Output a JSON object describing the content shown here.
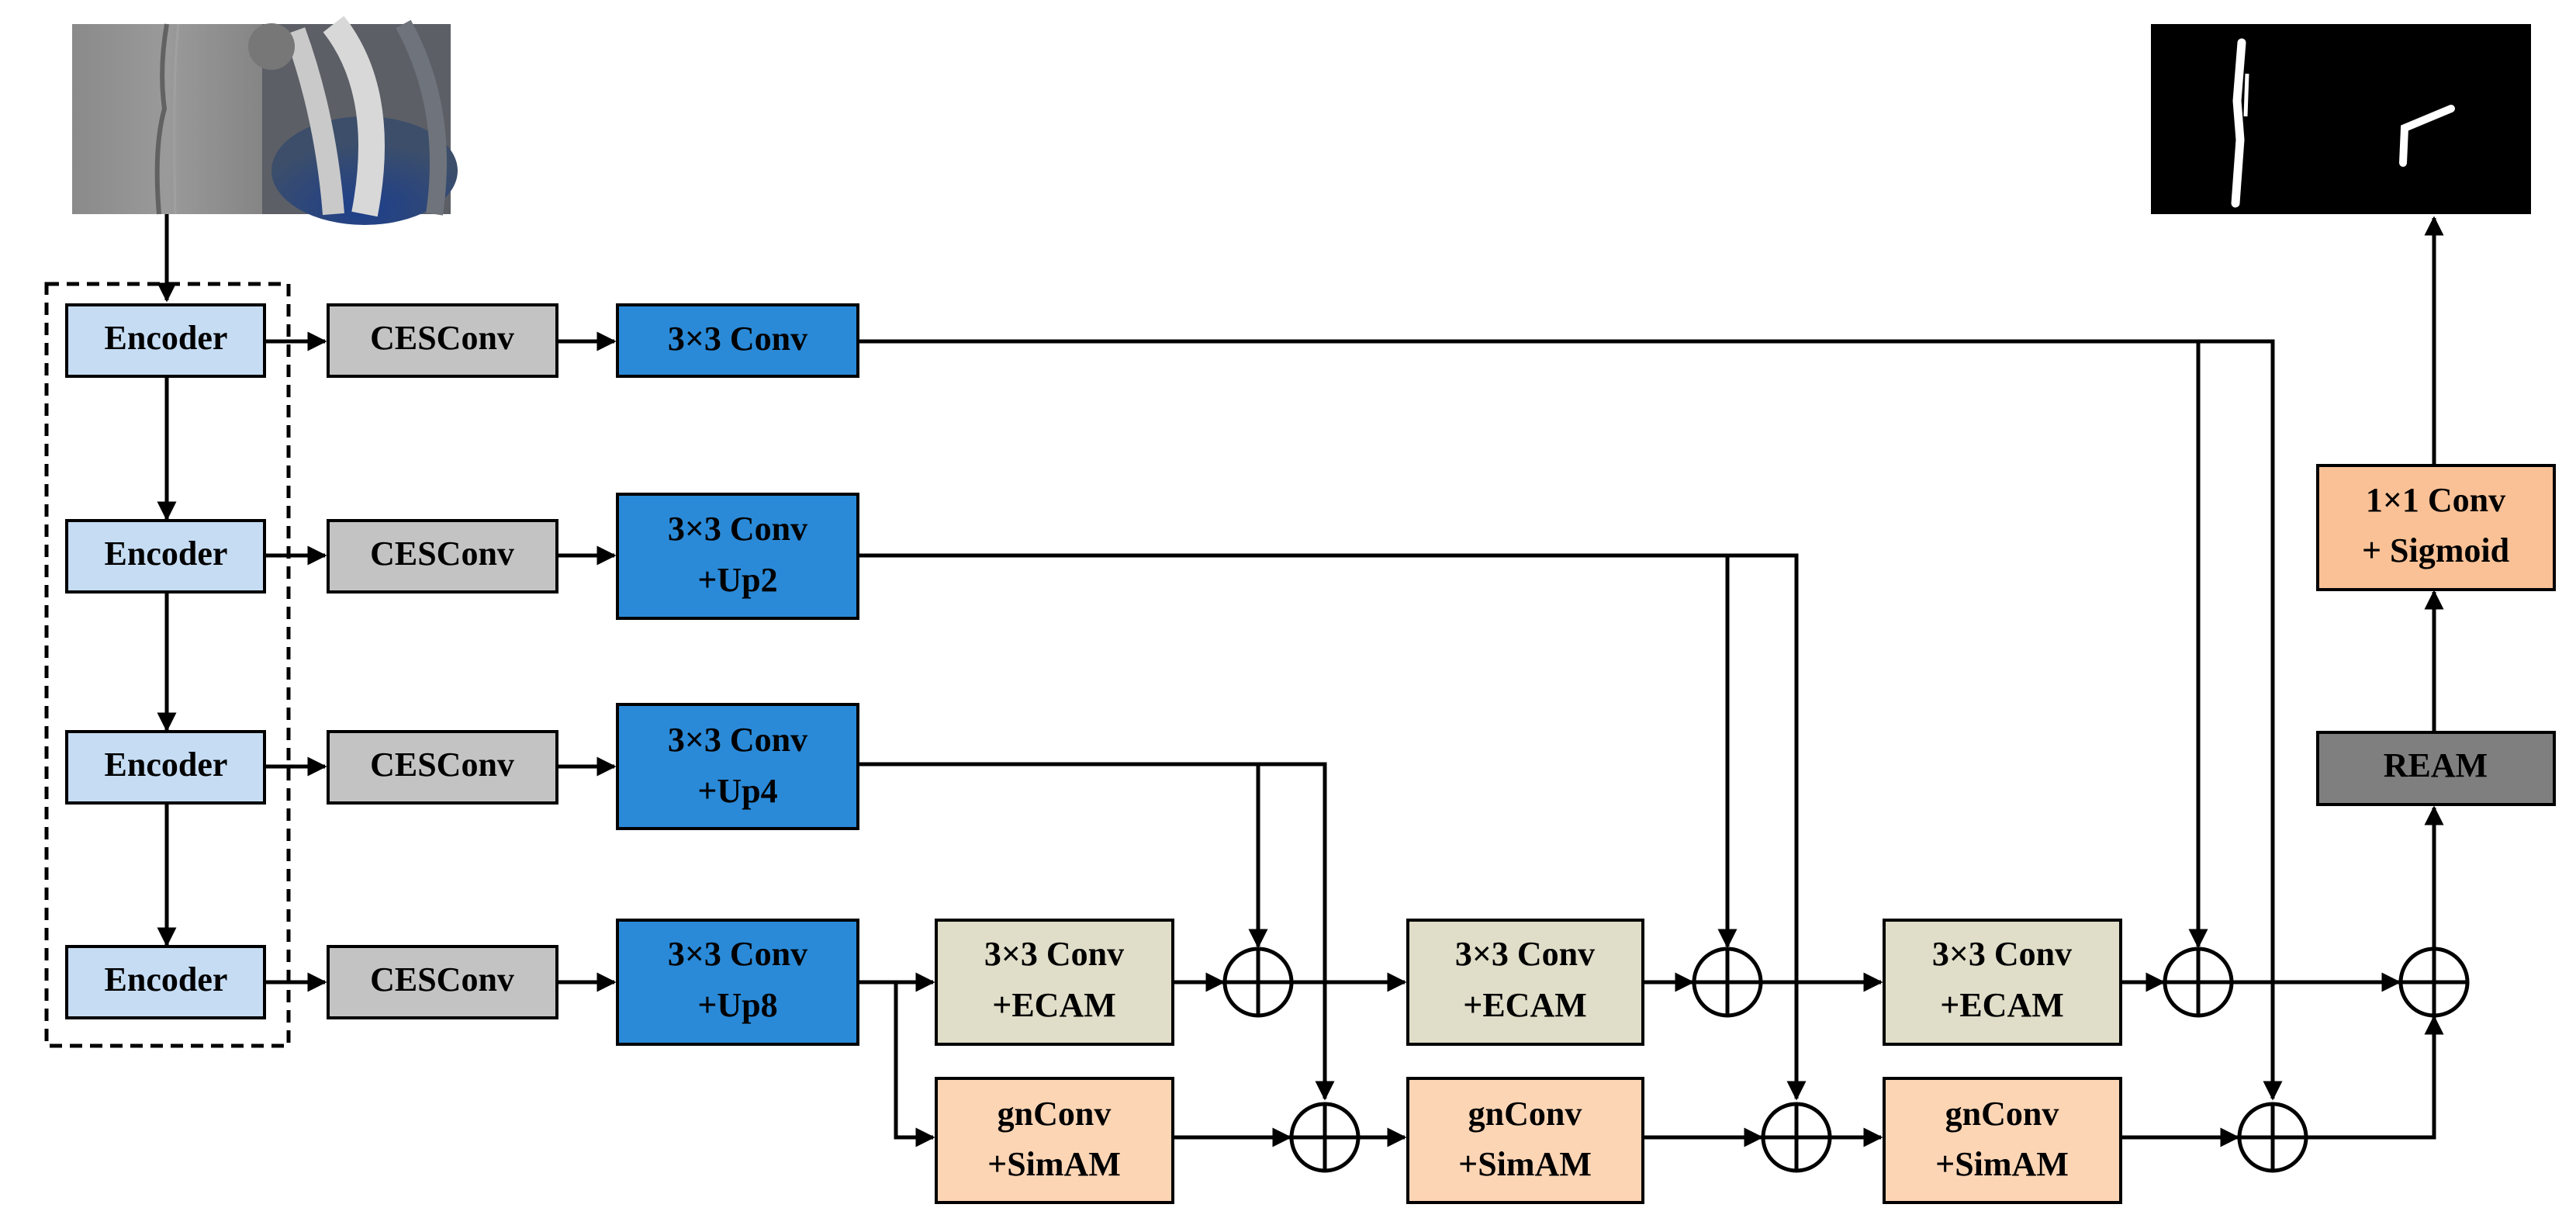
{
  "colors": {
    "encoder": "#c5dcf3",
    "cesconv": "#c3c3c3",
    "conv_blue": "#2a8ad8",
    "ecam": "#e0ddc8",
    "simam": "#fcd5b5",
    "head": "#fac196",
    "ream": "#7f7f7f",
    "line": "#000000"
  },
  "encoder": {
    "label": "Encoder"
  },
  "cesconv": {
    "label": "CESConv"
  },
  "conv": {
    "level1": {
      "line1": "3×3 Conv"
    },
    "level2": {
      "line1": "3×3 Conv",
      "line2": "+Up2"
    },
    "level3": {
      "line1": "3×3 Conv",
      "line2": "+Up4"
    },
    "level4": {
      "line1": "3×3 Conv",
      "line2": "+Up8"
    }
  },
  "ecam": {
    "line1": "3×3 Conv",
    "line2": "+ECAM"
  },
  "simam": {
    "line1": "gnConv",
    "line2": "+SimAM"
  },
  "ream": {
    "label": "REAM"
  },
  "head": {
    "line1": "1×1 Conv",
    "line2": "+ Sigmoid"
  },
  "sum_symbol": "plus-circle-icon"
}
